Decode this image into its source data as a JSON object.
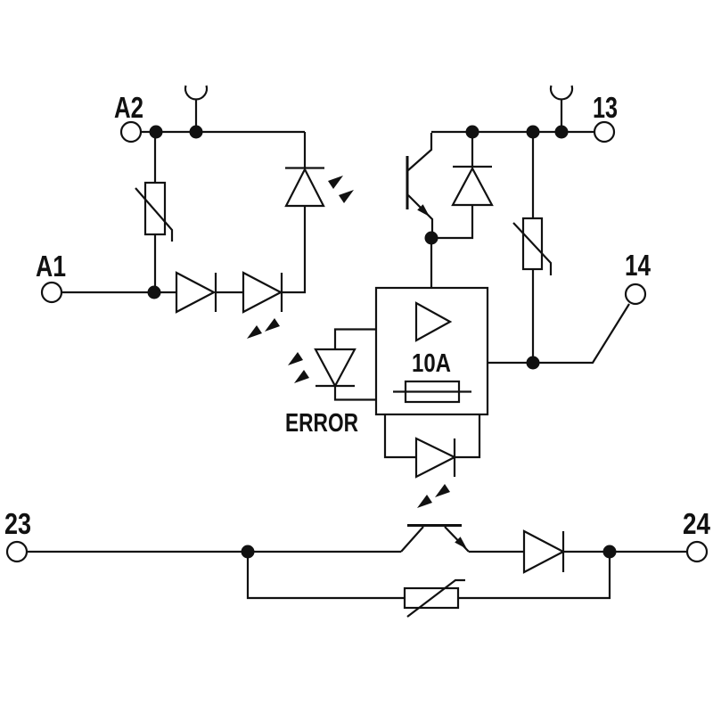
{
  "schematic": {
    "terminals": {
      "a2": "A2",
      "a1": "A1",
      "t13": "13",
      "t14": "14",
      "t23": "23",
      "t24": "24"
    },
    "indicators": {
      "error": "ERROR"
    },
    "fuse": {
      "rating": "10A"
    },
    "colors": {
      "line": "#111111",
      "background": "#ffffff"
    }
  }
}
